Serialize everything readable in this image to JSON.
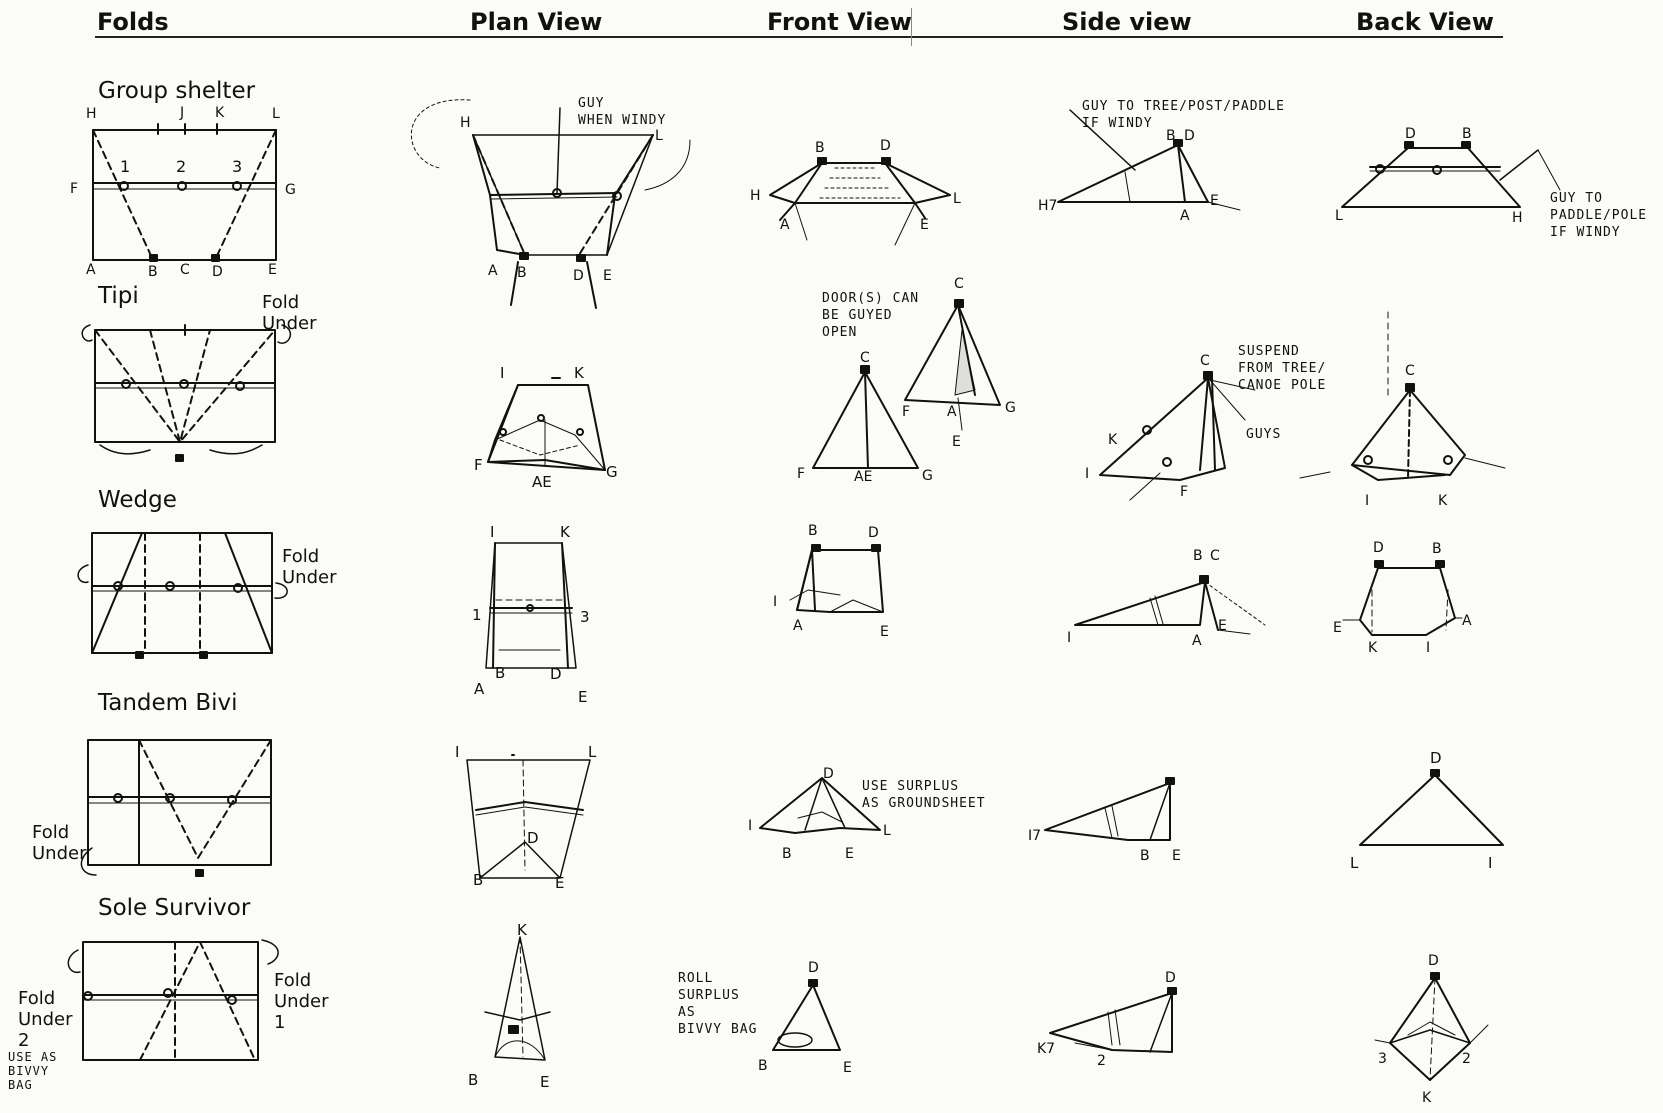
{
  "headers": {
    "folds": "Folds",
    "plan": "Plan View",
    "front": "Front View",
    "side": "Side view",
    "back": "Back View"
  },
  "rows": {
    "group": "Group shelter",
    "tipi": "Tipi",
    "wedge": "Wedge",
    "tandem": "Tandem Bivi",
    "sole": "Sole Survivor"
  },
  "notes": {
    "guy_windy": "GUY\nWHEN WINDY",
    "guy_tree": "GUY TO TREE/POST/PADDLE\nIF WINDY",
    "guy_paddle": "GUY TO\nPADDLE/POLE\nIF WINDY",
    "doors": "DOOR(S) CAN\nBE GUYED\nOPEN",
    "suspend": "SUSPEND\nFROM TREE/\nCANOE POLE",
    "guys": "GUYS",
    "surplus_ground": "USE SURPLUS\nAS GROUNDSHEET",
    "roll_surplus": "ROLL\nSURPLUS\nAS\nBIVVY BAG",
    "fold_under_tipi": "Fold\nUnder",
    "fold_under_wedge": "Fold\nUnder",
    "fold_under_tandem": "Fold\nUnder",
    "fold_under_1": "Fold\nUnder\n1",
    "fold_under_2": "Fold\nUnder\n2",
    "use_bivy": "USE AS\nBIVVY\nBAG"
  },
  "labels": {
    "H": "H",
    "J": "J",
    "K": "K",
    "L": "L",
    "F": "F",
    "G": "G",
    "A": "A",
    "B": "B",
    "C": "C",
    "D": "D",
    "E": "E",
    "I": "I",
    "n1": "1",
    "n2": "2",
    "n3": "3",
    "AE": "AE",
    "H7": "H7",
    "I7": "I7",
    "K7": "K7"
  }
}
